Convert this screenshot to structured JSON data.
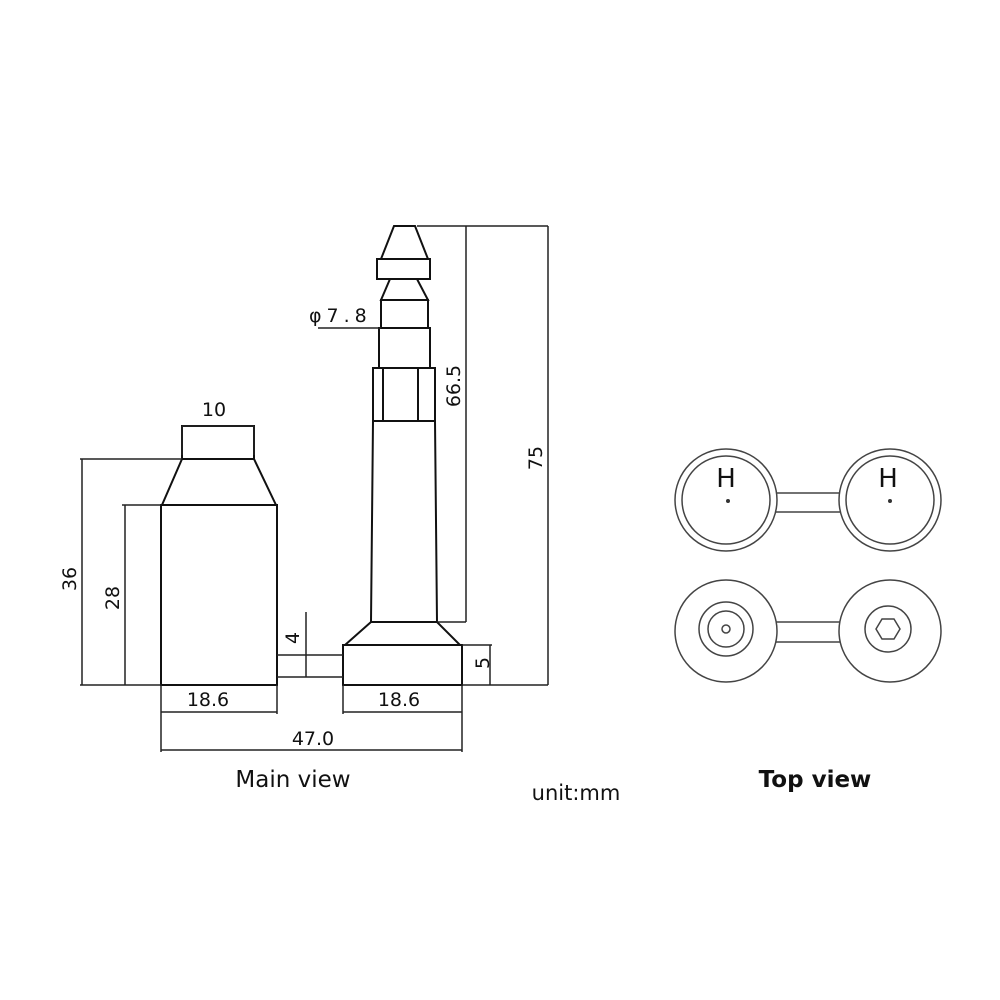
{
  "main_view": {
    "caption": "Main view",
    "dimensions": {
      "top_width": "10",
      "phi": "φ7.8",
      "shaft_length": "66.5",
      "total_height": "75",
      "body_height": "36",
      "body_lower_height": "28",
      "gap": "4",
      "flange": "5",
      "left_width": "18.6",
      "right_width": "18.6",
      "total_width": "47.0"
    }
  },
  "unit_label": "unit:mm",
  "top_view": {
    "caption": "Top view",
    "marks": {
      "left": "H",
      "right": "H"
    }
  }
}
